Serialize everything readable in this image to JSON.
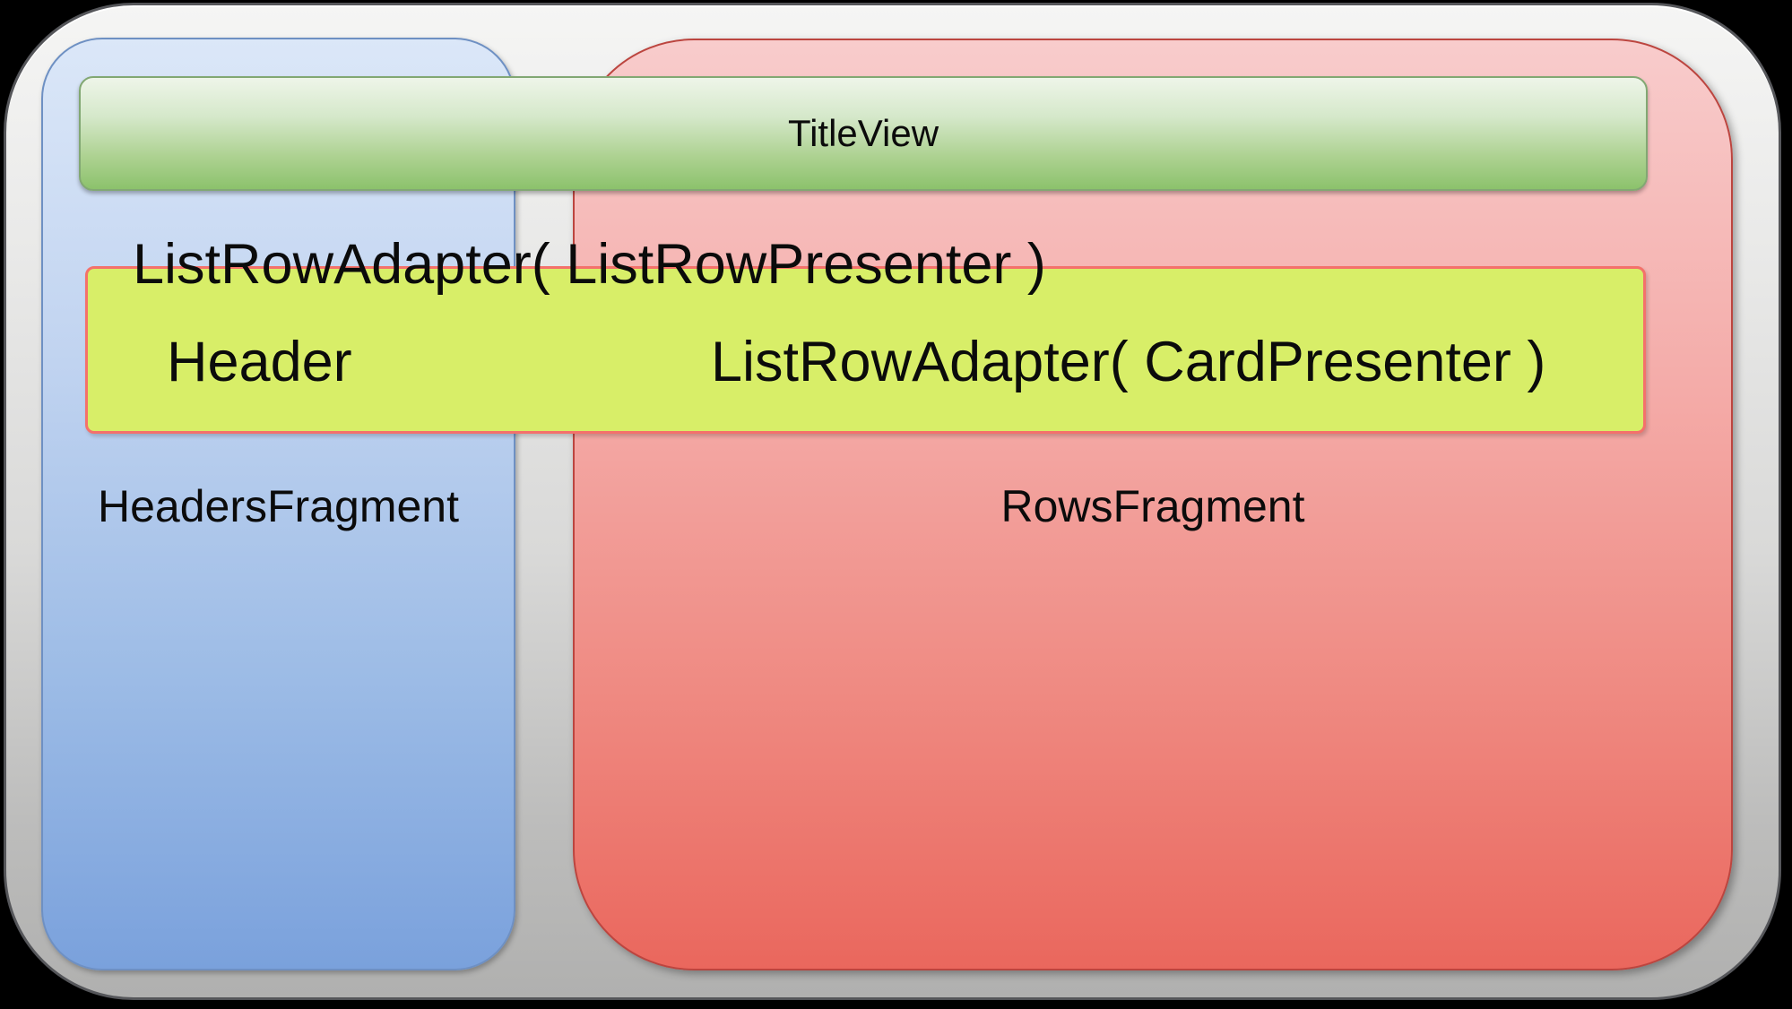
{
  "diagram": {
    "title_view": {
      "label": "TitleView"
    },
    "headers_fragment": {
      "label": "HeadersFragment"
    },
    "rows_fragment": {
      "label": "RowsFragment"
    },
    "list_row_box": {
      "adapter_presenter_label": "ListRowAdapter( ListRowPresenter )",
      "header_label": "Header",
      "adapter_card_label": "ListRowAdapter( CardPresenter )"
    },
    "colors": {
      "background": "#000000",
      "container_fill_top": "#f5f5f4",
      "container_fill_bottom": "#b0b0af",
      "container_border": "#55565a",
      "headers_fragment_fill_top": "#dbe7f8",
      "headers_fragment_fill_bottom": "#7aa1dc",
      "headers_fragment_border": "#6e90c3",
      "rows_fragment_fill_top": "#f8cccc",
      "rows_fragment_fill_bottom": "#ea675d",
      "rows_fragment_border": "#bc453f",
      "title_view_fill_top": "#eef5e9",
      "title_view_fill_bottom": "#8cc26c",
      "title_view_border": "#82a873",
      "list_row_box_fill": "#d8ee68",
      "list_row_box_border": "#f4716b",
      "text": "#0b0b0b"
    }
  }
}
